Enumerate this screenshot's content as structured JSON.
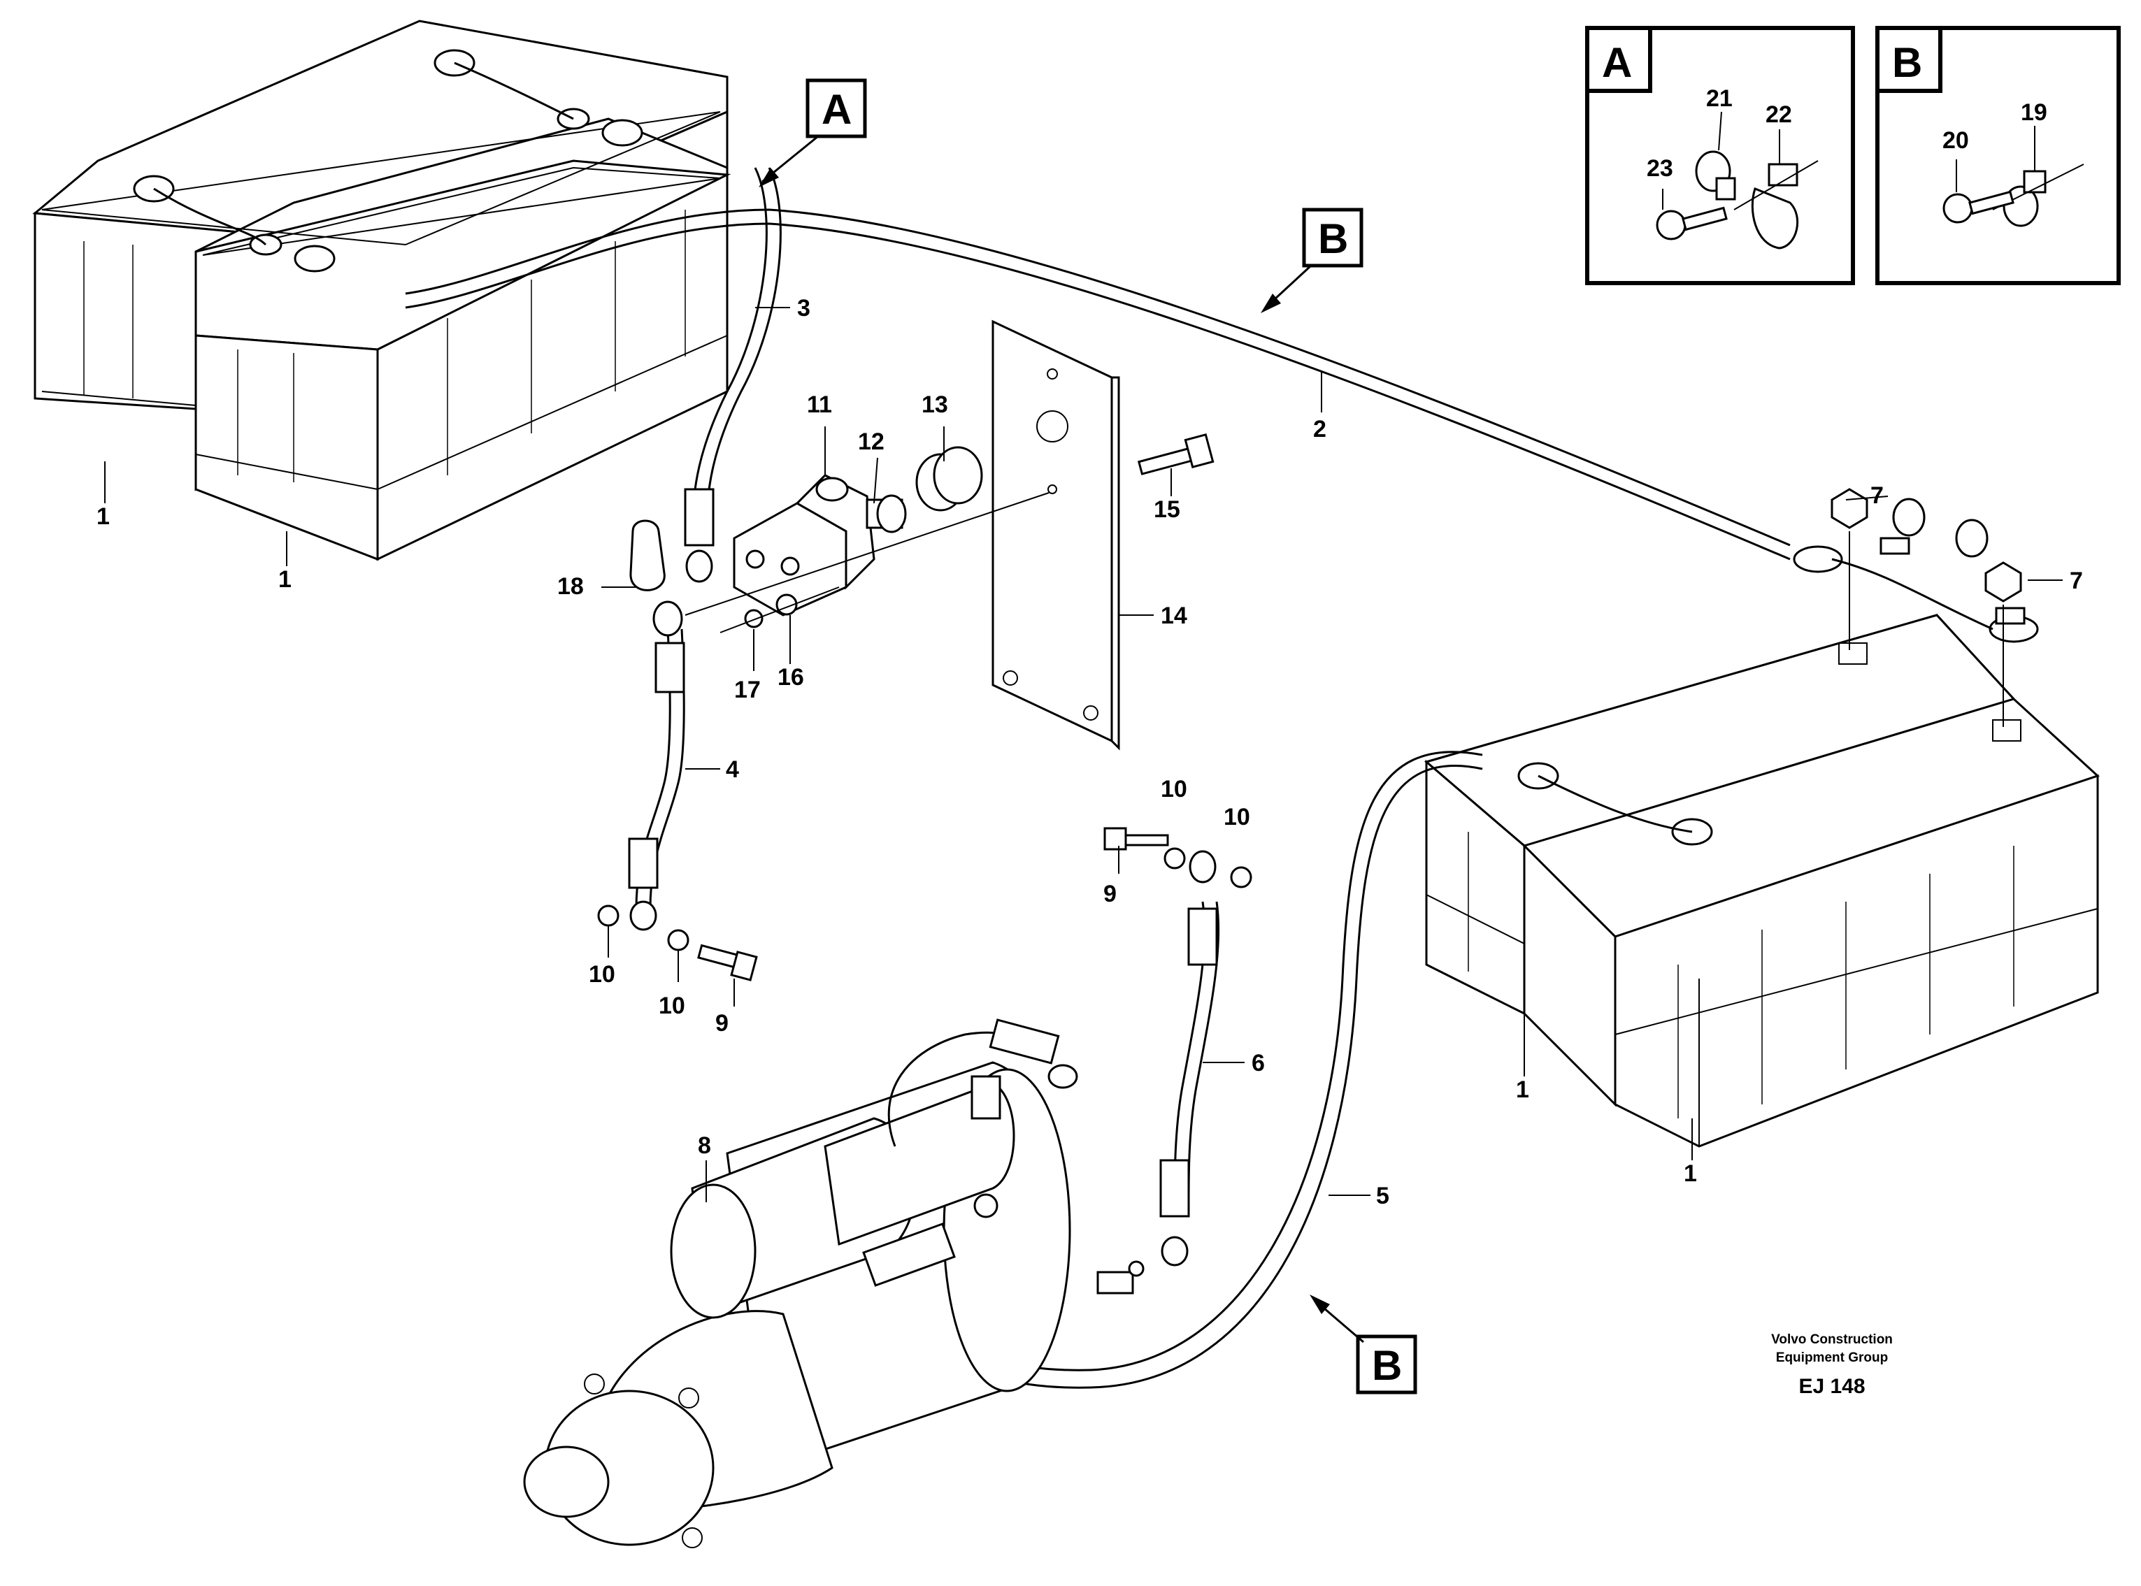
{
  "callouts": {
    "battery_top_left_a": "1",
    "battery_top_left_b": "1",
    "battery_right_a": "1",
    "battery_right_b": "1",
    "cable_2": "2",
    "cable_3": "3",
    "cable_4": "4",
    "cable_5": "5",
    "cable_6": "6",
    "nut_7_left": "7",
    "nut_7_right": "7",
    "starter_8": "8",
    "screw_9_left": "9",
    "screw_9_right": "9",
    "washer_10_a": "10",
    "washer_10_b": "10",
    "washer_10_c": "10",
    "washer_10_d": "10",
    "switch_11": "11",
    "part_12": "12",
    "cap_13": "13",
    "plate_14": "14",
    "screw_15": "15",
    "washer_16": "16",
    "nut_17": "17",
    "cover_18": "18"
  },
  "detail_a": {
    "letter": "A",
    "callouts": {
      "p21": "21",
      "p22": "22",
      "p23": "23"
    }
  },
  "detail_b": {
    "letter": "B",
    "callouts": {
      "p19": "19",
      "p20": "20"
    }
  },
  "view_markers": {
    "marker_a": "A",
    "marker_b_upper": "B",
    "marker_b_lower": "B"
  },
  "credit": {
    "line1": "Volvo Construction",
    "line2": "Equipment Group",
    "code": "EJ 148"
  }
}
